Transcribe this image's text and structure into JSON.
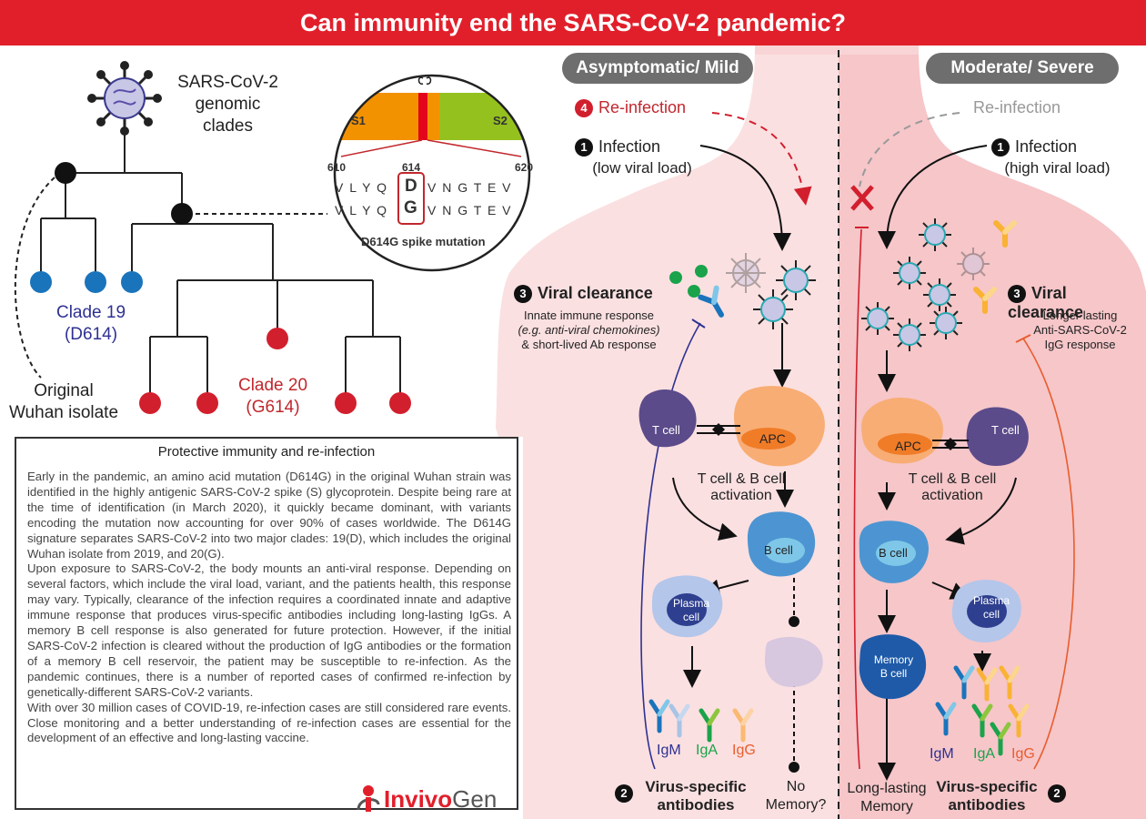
{
  "title": "Can immunity end the SARS-CoV-2 pandemic?",
  "tree": {
    "virus_label": "SARS-CoV-2 genomic clades",
    "clade19_name": "Clade 19",
    "clade19_variant": "(D614)",
    "clade20_name": "Clade 20",
    "clade20_variant": "(G614)",
    "origin_line1": "Original",
    "origin_line2": "Wuhan isolate"
  },
  "mutation": {
    "s1": "S1",
    "s2": "S2",
    "pos_start": "610",
    "pos_mid": "614",
    "pos_end": "620",
    "seq_before": "V L Y Q",
    "seq_after": "V N G T E V",
    "aa_original": "D",
    "aa_mutant": "G",
    "caption": "D614G spike mutation"
  },
  "mild": {
    "header": "Asymptomatic/ Mild",
    "reinfection": "Re-infection",
    "infection": "Infection",
    "load": "(low viral load)",
    "clearance": "Viral clearance",
    "clearance_desc1": "Innate immune response",
    "clearance_desc2": "(e.g. anti-viral chemokines)",
    "clearance_desc3": "& short-lived Ab response",
    "tcell": "T cell",
    "apc": "APC",
    "activation1": "T cell & B cell",
    "activation2": "activation",
    "bcell": "B cell",
    "plasma1": "Plasma",
    "plasma2": "cell",
    "igm": "IgM",
    "iga": "IgA",
    "igg": "IgG",
    "antibodies1": "Virus-specific",
    "antibodies2": "antibodies",
    "nomemory1": "No",
    "nomemory2": "Memory?"
  },
  "severe": {
    "header": "Moderate/ Severe",
    "reinfection": "Re-infection",
    "infection": "Infection",
    "load": "(high viral load)",
    "clearance": "Viral clearance",
    "clearance_desc1": "Longer lasting",
    "clearance_desc2": "Anti-SARS-CoV-2",
    "clearance_desc3": "IgG response",
    "tcell": "T cell",
    "apc": "APC",
    "activation1": "T cell & B cell",
    "activation2": "activation",
    "bcell": "B cell",
    "plasma1": "Plasma",
    "plasma2": "cell",
    "memory1": "Memory",
    "memory2": "B cell",
    "igm": "IgM",
    "iga": "IgA",
    "igg": "IgG",
    "longlasting1": "Long-lasting",
    "longlasting2": "Memory",
    "antibodies1": "Virus-specific",
    "antibodies2": "antibodies"
  },
  "steps": {
    "one": "1",
    "two": "2",
    "three": "3",
    "four": "4"
  },
  "info": {
    "title": "Protective immunity and re-infection",
    "p1": "Early in the pandemic, an amino acid mutation (D614G) in the original Wuhan strain was identified in the highly antigenic SARS-CoV-2 spike (S) glycoprotein. Despite being rare at the time of identification (in March 2020), it quickly became dominant, with variants encoding the mutation now accounting for over 90% of cases worldwide. The D614G signature separates SARS-CoV-2 into two major clades: 19(D), which includes the original Wuhan isolate from 2019, and 20(G).",
    "p2": "Upon exposure to SARS-CoV-2, the body mounts an anti-viral response. Depending on several factors, which include the viral load, variant, and the patients health, this response may vary. Typically, clearance of the infection requires a coordinated innate and adaptive immune response that produces virus-specific antibodies including long-lasting IgGs. A memory B cell response is also generated for future protection. However, if the initial SARS-CoV-2 infection is cleared without the production of IgG antibodies or the formation of a memory B cell reservoir, the patient may be susceptible to re-infection. As the pandemic continues, there is a number of reported cases of confirmed re-infection by genetically-different SARS-CoV-2 variants.",
    "p3": "With over 30 million cases of COVID-19, re-infection cases are still considered rare events. Close monitoring and a better understanding of re-infection cases are essential for the development of an effective and long-lasting vaccine."
  },
  "logo": {
    "part1": "Invivo",
    "part2": "Gen"
  },
  "colors": {
    "red": "#e11f2b",
    "blue": "#1a74bb",
    "body_mild": "#fbe0e1",
    "body_severe": "#f6c6c9",
    "orange": "#f29a1e",
    "green": "#8cc63f"
  }
}
